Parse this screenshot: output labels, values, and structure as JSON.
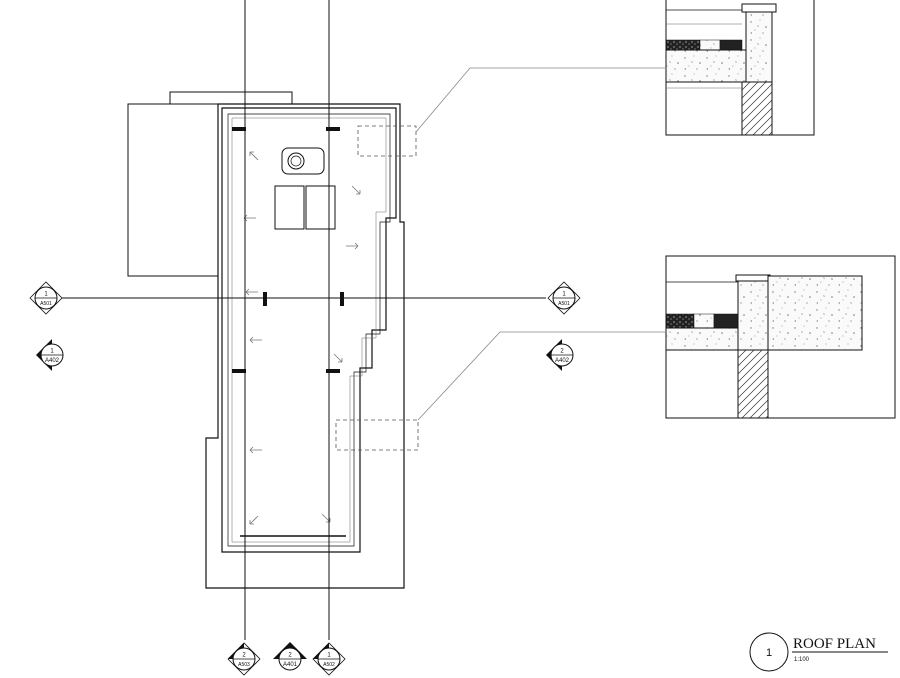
{
  "title_block": {
    "number": "1",
    "title": "ROOF PLAN",
    "scale": "1:100"
  },
  "markers": {
    "section_left": {
      "top": "1",
      "bottom": "A501"
    },
    "section_right": {
      "top": "1",
      "bottom": "A501"
    },
    "elev_left": {
      "top": "1",
      "bottom": "A402"
    },
    "elev_right": {
      "top": "2",
      "bottom": "A402"
    },
    "bottom_left": {
      "top": "2",
      "bottom": "A503"
    },
    "bottom_center": {
      "top": "2",
      "bottom": "A401"
    },
    "bottom_right": {
      "top": "1",
      "bottom": "A502"
    }
  },
  "colors": {
    "line": "#111111",
    "light_line": "#888888"
  }
}
